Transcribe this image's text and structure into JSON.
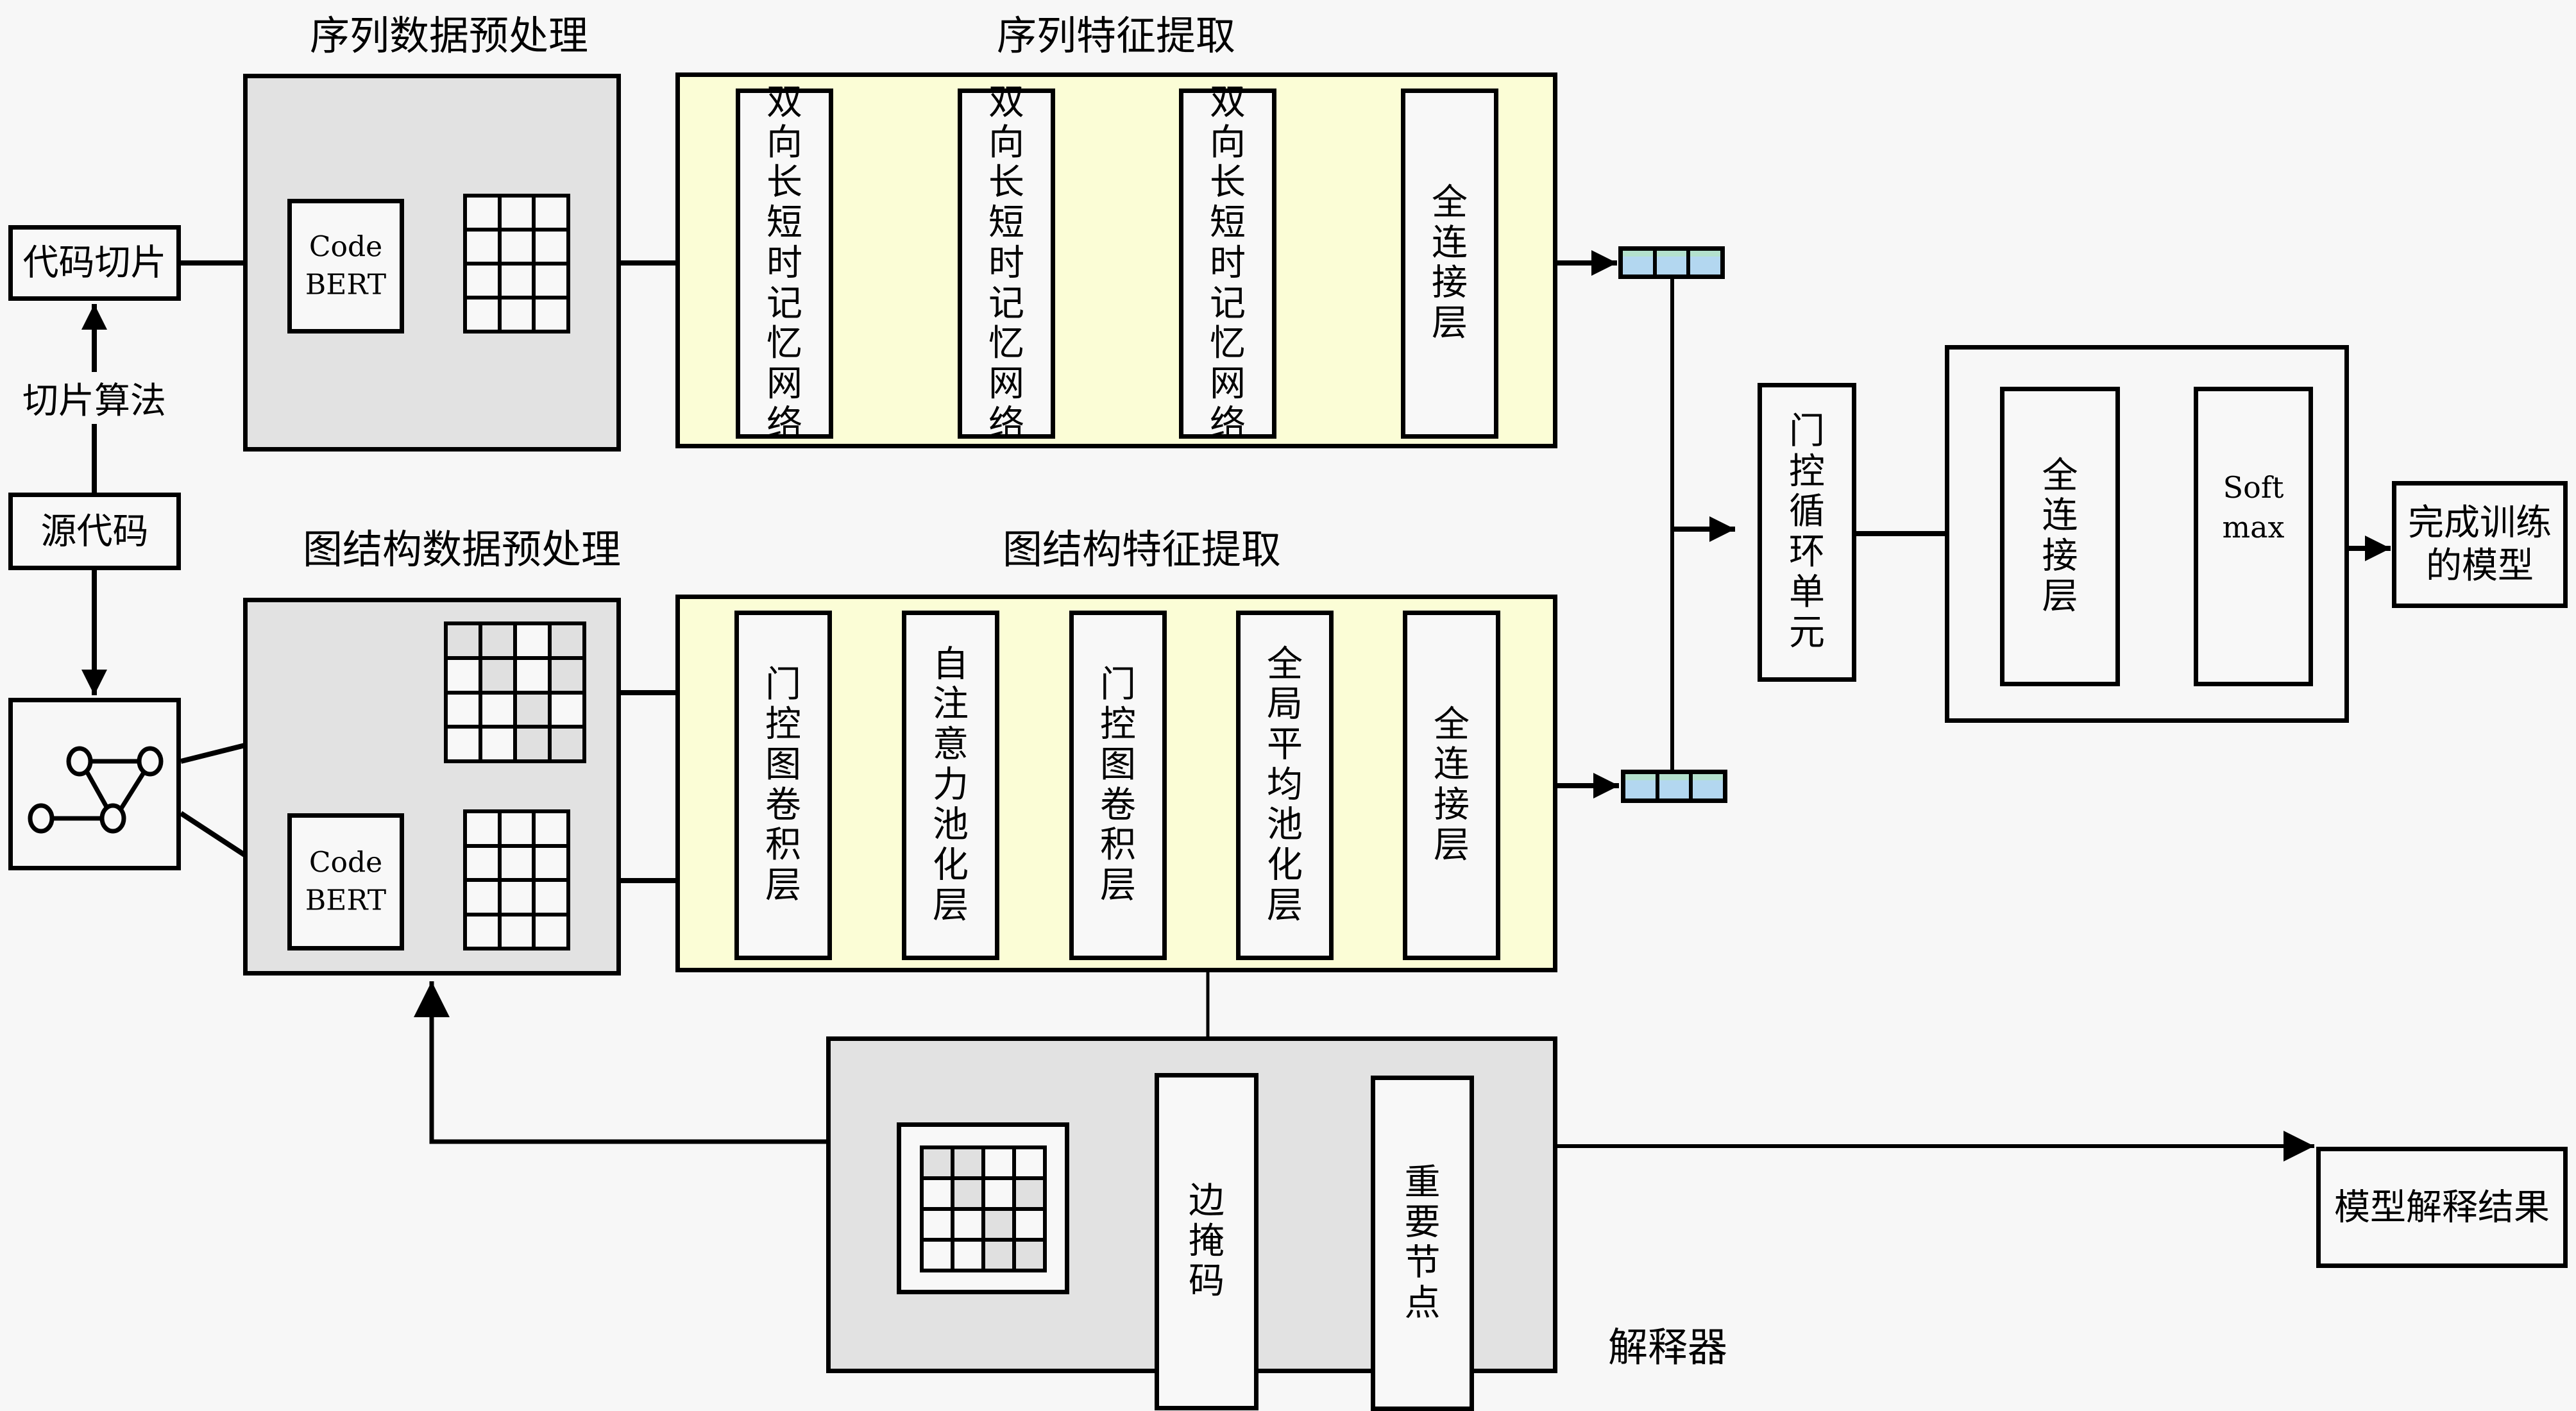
{
  "inputs": {
    "code_slice": "代码切片",
    "slice_algorithm": "切片算法",
    "source_code": "源代码",
    "graph_icon": "graph-icon"
  },
  "sequence_preprocess": {
    "title": "序列数据预处理",
    "codebert_line1": "Code",
    "codebert_line2": "BERT",
    "embedding_matrix": {
      "rows": 4,
      "cols": 3
    }
  },
  "sequence_features": {
    "title": "序列特征提取",
    "layers": [
      "双向长短时记忆网络",
      "双向长短时记忆网络",
      "双向长短时记忆网络",
      "全连接层"
    ]
  },
  "graph_preprocess": {
    "title": "图结构数据预处理",
    "adjacency_matrix": [
      [
        1,
        1,
        0,
        1
      ],
      [
        0,
        1,
        0,
        1
      ],
      [
        0,
        0,
        1,
        0
      ],
      [
        0,
        0,
        1,
        1
      ]
    ],
    "codebert_line1": "Code",
    "codebert_line2": "BERT",
    "embedding_matrix": {
      "rows": 4,
      "cols": 3
    }
  },
  "graph_features": {
    "title": "图结构特征提取",
    "layers": [
      "门控图卷积层",
      "自注意力池化层",
      "门控图卷积层",
      "全局平均池化层",
      "全连接层"
    ]
  },
  "fusion": {
    "vector_cells": 3,
    "gru": "门控循环单元"
  },
  "classifier": {
    "fc": "全连接层",
    "softmax_line1": "Soft",
    "softmax_line2": "max"
  },
  "trained_model": {
    "line1": "完成训练",
    "line2": "的模型"
  },
  "explainer": {
    "title": "解释器",
    "edge_mask": "边掩码",
    "important_nodes": "重要节点",
    "mask_matrix": [
      [
        1,
        1,
        0,
        0
      ],
      [
        0,
        1,
        0,
        1
      ],
      [
        0,
        0,
        1,
        0
      ],
      [
        0,
        0,
        1,
        1
      ]
    ]
  },
  "explanation_result": "模型解释结果",
  "colors": {
    "background": "#f7f7f7",
    "preprocess_fill": "#e2e2e2",
    "feature_fill": "#fbfdd6",
    "vector_fill": "#b3d7f0",
    "mask_cell": "#e0e0e0"
  }
}
